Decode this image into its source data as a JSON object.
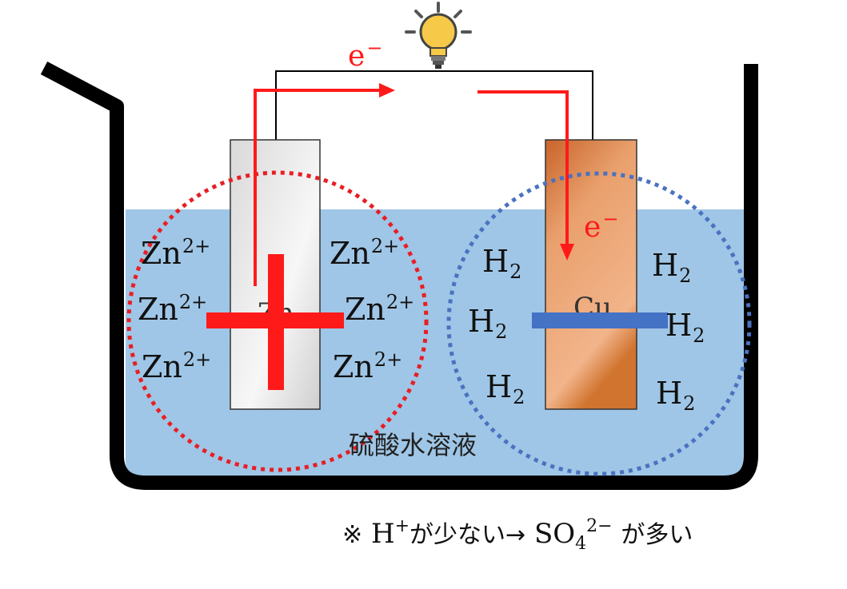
{
  "electron_symbol": {
    "base": "e",
    "charge": "−"
  },
  "anode": {
    "label": "Zn",
    "ion": {
      "base": "Zn",
      "charge": "2+"
    }
  },
  "cathode": {
    "label": "Cu",
    "gas": {
      "base": "H",
      "sub": "2"
    }
  },
  "solution_label": "硫酸水溶液",
  "note": {
    "mark": "※",
    "h_ion_base": "H",
    "h_ion_charge": "+",
    "text1": "が少ない→",
    "sulfate_base": "SO",
    "sulfate_sub": "4",
    "sulfate_charge": "2−",
    "text2": "が多い"
  },
  "colors": {
    "solution": "#9fc6e6",
    "beaker": "#000000",
    "zinc_plate": "#e6e6e6",
    "copper_plate": "#e08a55",
    "electron_arrow": "#ff1a1a",
    "positive_sign": "#ff1a1a",
    "negative_sign": "#4472c4",
    "bulb": "#f7c948"
  },
  "icons": {
    "bulb": "light-bulb-icon",
    "positive": "plus-sign-icon",
    "negative": "minus-sign-icon"
  }
}
